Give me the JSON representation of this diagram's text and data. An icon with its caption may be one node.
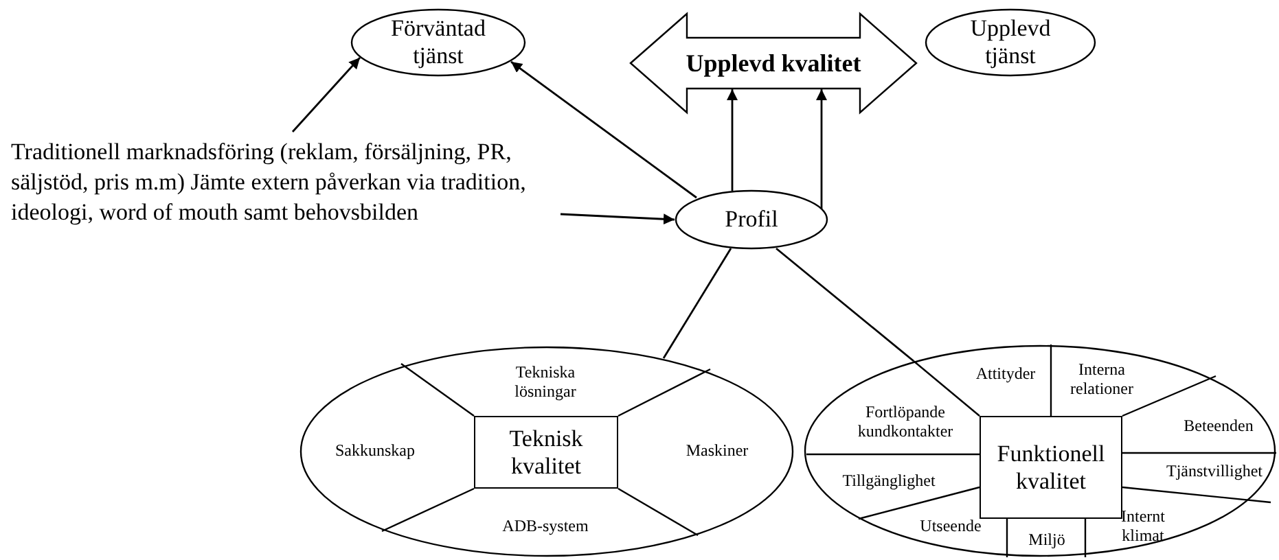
{
  "diagram": {
    "nodes": [
      {
        "text": [
          "Förväntad tjänst"
        ]
      },
      {
        "text": [
          "Upplevd kvalitet"
        ]
      },
      {
        "text": [
          "Upplevd tjänst"
        ]
      },
      {
        "text": [
          "Traditionell marknadsföring (reklam, försäljning, PR, säljstöd, pris m.m) Jämte extern påverkan via tradition, ideologi, word of mouth samt behovsbilden"
        ]
      },
      {
        "text": [
          "Profil"
        ]
      },
      {
        "text": [],
        "shape": "ellipse"
      },
      {
        "text": [
          "Teknisk kvalitet"
        ],
        "in": 5
      },
      {
        "text": [
          "Tekniska lösningar"
        ],
        "in": 5
      },
      {
        "text": [
          "Sakkunskap"
        ],
        "in": 5
      },
      {
        "text": [
          "Maskiner"
        ],
        "in": 5
      },
      {
        "text": [
          "ADB-system"
        ],
        "in": 5
      },
      {
        "text": [],
        "shape": "ellipse"
      },
      {
        "text": [
          "Funktionell kvalitet"
        ],
        "in": 11
      },
      {
        "text": [
          "Attityder"
        ],
        "in": 11
      },
      {
        "text": [
          "Interna relationer"
        ],
        "in": 11
      },
      {
        "text": [
          "Fortlöpande kundkontakter"
        ],
        "in": 11
      },
      {
        "text": [
          "Beteenden"
        ],
        "in": 11
      },
      {
        "text": [
          "Tillgänglighet"
        ],
        "in": 11
      },
      {
        "text": [
          "Tjänstvillighet"
        ],
        "in": 11
      },
      {
        "text": [
          "Utseende"
        ],
        "in": 11
      },
      {
        "text": [
          "Miljö"
        ],
        "in": 11
      },
      {
        "text": [
          "Internt klimat"
        ],
        "in": 11
      }
    ],
    "edges": [
      {
        "from": 3,
        "to": 0,
        "arrow": "to"
      },
      {
        "from": 4,
        "to": 0,
        "arrow": "to"
      },
      {
        "from": 3,
        "to": 4,
        "arrow": "to"
      },
      {
        "from": 4,
        "to": 1,
        "arrow": "to"
      },
      {
        "from": 4,
        "to": 1,
        "arrow": "to"
      },
      {
        "from": 4,
        "to": 5,
        "arrow": "none"
      },
      {
        "from": 4,
        "to": 11,
        "arrow": "none"
      }
    ]
  }
}
